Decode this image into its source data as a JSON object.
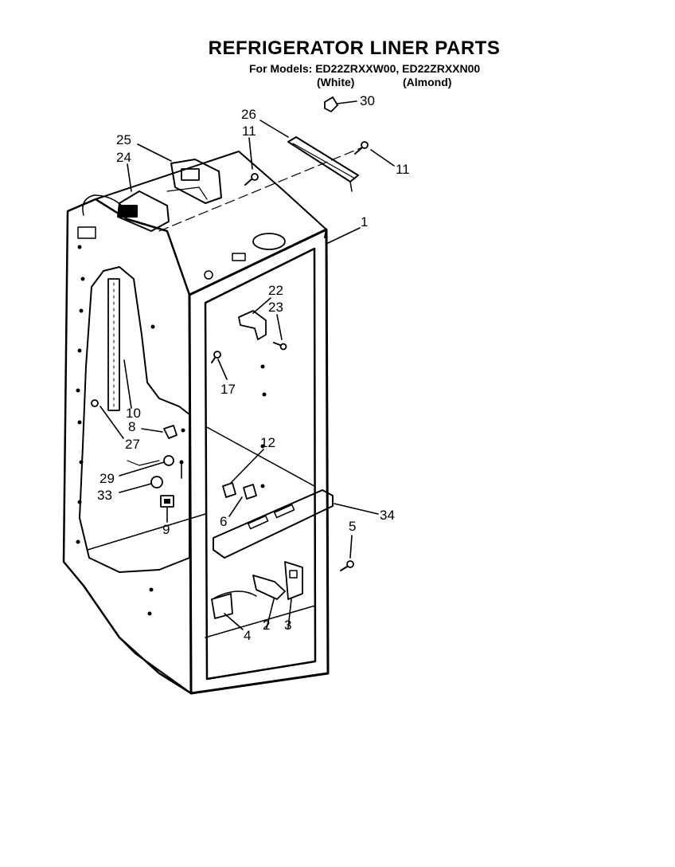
{
  "header": {
    "title": "REFRIGERATOR LINER PARTS",
    "models_line": "For Models: ED22ZRXXW00, ED22ZRXXN00",
    "variant_white": "(White)",
    "variant_almond": "(Almond)"
  },
  "callouts": [
    {
      "id": "c-1",
      "label": "1"
    },
    {
      "id": "c-2",
      "label": "2"
    },
    {
      "id": "c-3",
      "label": "3"
    },
    {
      "id": "c-4",
      "label": "4"
    },
    {
      "id": "c-5",
      "label": "5"
    },
    {
      "id": "c-6",
      "label": "6"
    },
    {
      "id": "c-8",
      "label": "8"
    },
    {
      "id": "c-9",
      "label": "9"
    },
    {
      "id": "c-10",
      "label": "10"
    },
    {
      "id": "c-11a",
      "label": "11"
    },
    {
      "id": "c-11b",
      "label": "11"
    },
    {
      "id": "c-12",
      "label": "12"
    },
    {
      "id": "c-17",
      "label": "17"
    },
    {
      "id": "c-22",
      "label": "22"
    },
    {
      "id": "c-23",
      "label": "23"
    },
    {
      "id": "c-24",
      "label": "24"
    },
    {
      "id": "c-25",
      "label": "25"
    },
    {
      "id": "c-26",
      "label": "26"
    },
    {
      "id": "c-27",
      "label": "27"
    },
    {
      "id": "c-29",
      "label": "29"
    },
    {
      "id": "c-30",
      "label": "30"
    },
    {
      "id": "c-33",
      "label": "33"
    },
    {
      "id": "c-34",
      "label": "34"
    }
  ]
}
